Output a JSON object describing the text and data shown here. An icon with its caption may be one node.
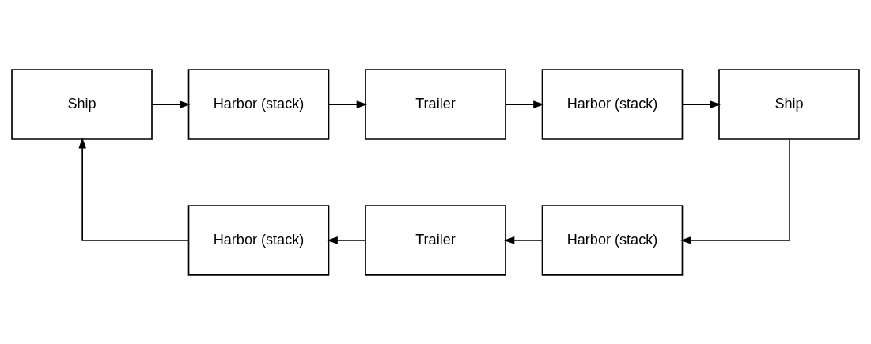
{
  "diagram": {
    "nodes": [
      {
        "text": [
          "Harbor (stack)"
        ]
      },
      {
        "text": [
          "Trailer"
        ]
      },
      {
        "text": [
          "Harbor (stack)"
        ]
      },
      {
        "text": [
          "Ship"
        ]
      },
      {
        "text": [
          "Ship"
        ]
      },
      {
        "text": [
          "Harbor (stack)"
        ]
      },
      {
        "text": [
          "Trailer"
        ]
      },
      {
        "text": [
          "Harbor (stack)"
        ]
      }
    ],
    "edges": [
      {
        "from": 3,
        "to": 0,
        "arrow": "to"
      },
      {
        "from": 0,
        "to": 1,
        "arrow": "to"
      },
      {
        "from": 1,
        "to": 2,
        "arrow": "to"
      },
      {
        "from": 2,
        "to": 4,
        "arrow": "to"
      },
      {
        "from": 4,
        "to": 7,
        "arrow": "to"
      },
      {
        "from": 7,
        "to": 6,
        "arrow": "to"
      },
      {
        "from": 6,
        "to": 5,
        "arrow": "to"
      },
      {
        "from": 5,
        "to": 3,
        "arrow": "to"
      }
    ]
  }
}
